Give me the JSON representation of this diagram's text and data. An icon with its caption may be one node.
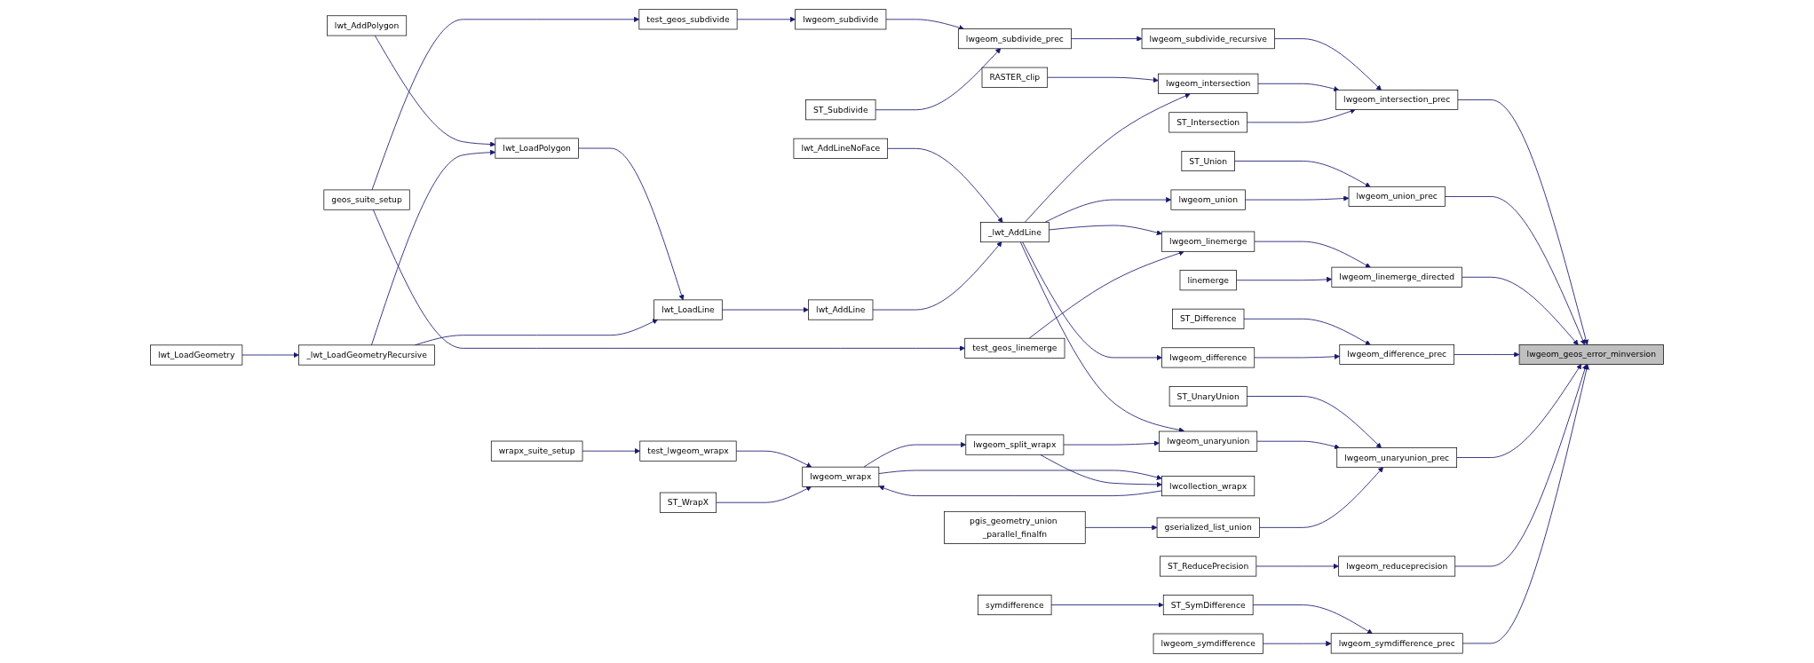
{
  "diagram": {
    "nodes": [
      {
        "text": [
          "lwgeom_geos_error_minversion"
        ]
      },
      {
        "text": [
          "lwgeom_intersection_prec"
        ]
      },
      {
        "text": [
          "lwgeom_union_prec"
        ]
      },
      {
        "text": [
          "lwgeom_linemerge_directed"
        ]
      },
      {
        "text": [
          "lwgeom_difference_prec"
        ]
      },
      {
        "text": [
          "lwgeom_unaryunion_prec"
        ]
      },
      {
        "text": [
          "lwgeom_reduceprecision"
        ]
      },
      {
        "text": [
          "lwgeom_symdifference_prec"
        ]
      },
      {
        "text": [
          "lwgeom_subdivide_recursive"
        ]
      },
      {
        "text": [
          "lwgeom_intersection"
        ]
      },
      {
        "text": [
          "ST_Intersection"
        ]
      },
      {
        "text": [
          "ST_Union"
        ]
      },
      {
        "text": [
          "lwgeom_union"
        ]
      },
      {
        "text": [
          "lwgeom_linemerge"
        ]
      },
      {
        "text": [
          "linemerge"
        ]
      },
      {
        "text": [
          "ST_Difference"
        ]
      },
      {
        "text": [
          "lwgeom_difference"
        ]
      },
      {
        "text": [
          "ST_UnaryUnion"
        ]
      },
      {
        "text": [
          "lwgeom_unaryunion"
        ]
      },
      {
        "text": [
          "gserialized_list_union"
        ]
      },
      {
        "text": [
          "ST_ReducePrecision"
        ]
      },
      {
        "text": [
          "ST_SymDifference"
        ]
      },
      {
        "text": [
          "lwgeom_symdifference"
        ]
      },
      {
        "text": [
          "lwgeom_subdivide_prec"
        ]
      },
      {
        "text": [
          "RASTER_clip"
        ]
      },
      {
        "text": [
          "_lwt_AddLine"
        ]
      },
      {
        "text": [
          "test_geos_linemerge"
        ]
      },
      {
        "text": [
          "lwgeom_split_wrapx"
        ]
      },
      {
        "text": [
          "pgis_geometry_union _parallel_finalfn"
        ]
      },
      {
        "text": [
          "symdifference"
        ]
      },
      {
        "text": [
          "lwgeom_subdivide"
        ]
      },
      {
        "text": [
          "ST_Subdivide"
        ]
      },
      {
        "text": [
          "test_geos_subdivide"
        ]
      },
      {
        "text": [
          "geos_suite_setup"
        ]
      },
      {
        "text": [
          "lwt_AddLineNoFace"
        ]
      },
      {
        "text": [
          "lwt_AddLine"
        ]
      },
      {
        "text": [
          "lwt_LoadLine"
        ]
      },
      {
        "text": [
          "lwt_LoadPolygon"
        ]
      },
      {
        "text": [
          "_lwt_LoadGeometryRecursive"
        ]
      },
      {
        "text": [
          "lwt_AddPolygon"
        ]
      },
      {
        "text": [
          "lwt_LoadGeometry"
        ]
      },
      {
        "text": [
          "lwgeom_wrapx"
        ]
      },
      {
        "text": [
          "test_lwgeom_wrapx"
        ]
      },
      {
        "text": [
          "ST_WrapX"
        ]
      },
      {
        "text": [
          "lwcollection_wrapx"
        ]
      },
      {
        "text": [
          "wrapx_suite_setup"
        ]
      }
    ],
    "edges": [
      {
        "from": 1,
        "to": 0,
        "arrow": "to"
      },
      {
        "from": 2,
        "to": 0,
        "arrow": "to"
      },
      {
        "from": 3,
        "to": 0,
        "arrow": "to"
      },
      {
        "from": 4,
        "to": 0,
        "arrow": "to"
      },
      {
        "from": 5,
        "to": 0,
        "arrow": "to"
      },
      {
        "from": 6,
        "to": 0,
        "arrow": "to"
      },
      {
        "from": 7,
        "to": 0,
        "arrow": "to"
      },
      {
        "from": 8,
        "to": 1,
        "arrow": "to"
      },
      {
        "from": 9,
        "to": 1,
        "arrow": "to"
      },
      {
        "from": 10,
        "to": 1,
        "arrow": "to"
      },
      {
        "from": 11,
        "to": 2,
        "arrow": "to"
      },
      {
        "from": 12,
        "to": 2,
        "arrow": "to"
      },
      {
        "from": 13,
        "to": 3,
        "arrow": "to"
      },
      {
        "from": 14,
        "to": 3,
        "arrow": "to"
      },
      {
        "from": 15,
        "to": 4,
        "arrow": "to"
      },
      {
        "from": 16,
        "to": 4,
        "arrow": "to"
      },
      {
        "from": 17,
        "to": 5,
        "arrow": "to"
      },
      {
        "from": 18,
        "to": 5,
        "arrow": "to"
      },
      {
        "from": 19,
        "to": 5,
        "arrow": "to"
      },
      {
        "from": 20,
        "to": 6,
        "arrow": "to"
      },
      {
        "from": 21,
        "to": 7,
        "arrow": "to"
      },
      {
        "from": 22,
        "to": 7,
        "arrow": "to"
      },
      {
        "from": 23,
        "to": 8,
        "arrow": "to"
      },
      {
        "from": 24,
        "to": 9,
        "arrow": "to"
      },
      {
        "from": 25,
        "to": 9,
        "arrow": "to"
      },
      {
        "from": 25,
        "to": 12,
        "arrow": "to"
      },
      {
        "from": 25,
        "to": 13,
        "arrow": "to"
      },
      {
        "from": 26,
        "to": 13,
        "arrow": "to"
      },
      {
        "from": 25,
        "to": 16,
        "arrow": "to"
      },
      {
        "from": 25,
        "to": 18,
        "arrow": "to"
      },
      {
        "from": 27,
        "to": 18,
        "arrow": "to"
      },
      {
        "from": 28,
        "to": 19,
        "arrow": "to"
      },
      {
        "from": 29,
        "to": 21,
        "arrow": "to"
      },
      {
        "from": 30,
        "to": 23,
        "arrow": "to"
      },
      {
        "from": 31,
        "to": 23,
        "arrow": "to"
      },
      {
        "from": 32,
        "to": 30,
        "arrow": "to"
      },
      {
        "from": 33,
        "to": 32,
        "arrow": "to"
      },
      {
        "from": 33,
        "to": 26,
        "arrow": "to"
      },
      {
        "from": 34,
        "to": 25,
        "arrow": "to"
      },
      {
        "from": 35,
        "to": 25,
        "arrow": "to"
      },
      {
        "from": 36,
        "to": 35,
        "arrow": "to"
      },
      {
        "from": 37,
        "to": 36,
        "arrow": "to"
      },
      {
        "from": 38,
        "to": 36,
        "arrow": "to"
      },
      {
        "from": 39,
        "to": 37,
        "arrow": "to"
      },
      {
        "from": 38,
        "to": 37,
        "arrow": "to"
      },
      {
        "from": 40,
        "to": 38,
        "arrow": "to"
      },
      {
        "from": 41,
        "to": 27,
        "arrow": "to"
      },
      {
        "from": 42,
        "to": 41,
        "arrow": "to"
      },
      {
        "from": 43,
        "to": 41,
        "arrow": "to"
      },
      {
        "from": 44,
        "to": 41,
        "arrow": "to"
      },
      {
        "from": 41,
        "to": 44,
        "arrow": "to"
      },
      {
        "from": 27,
        "to": 44,
        "arrow": "to"
      },
      {
        "from": 45,
        "to": 42,
        "arrow": "to"
      }
    ]
  }
}
